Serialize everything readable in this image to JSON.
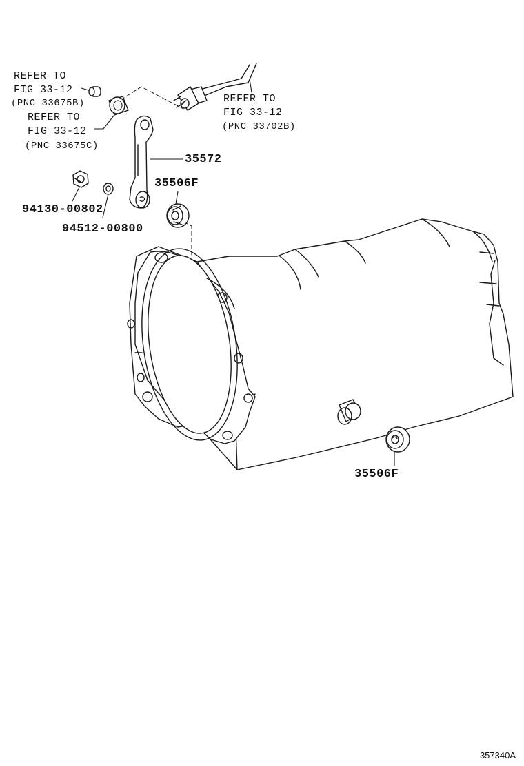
{
  "references": {
    "ref_a": {
      "line1": "REFER TO",
      "line2": "FIG 33-12",
      "line3": "(PNC 33675B)"
    },
    "ref_b": {
      "line1": "REFER TO",
      "line2": "FIG 33-12",
      "line3": "(PNC 33675C)"
    },
    "ref_c": {
      "line1": "REFER TO",
      "line2": "FIG 33-12",
      "line3": "(PNC 33702B)"
    }
  },
  "parts": {
    "lever": "35572",
    "seal_upper": "35506F",
    "seal_lower": "35506F",
    "nut": "94130-00802",
    "washer": "94512-00800"
  },
  "illustration_code": "357340A",
  "colors": {
    "line": "#1a1a1a",
    "background": "#ffffff"
  }
}
